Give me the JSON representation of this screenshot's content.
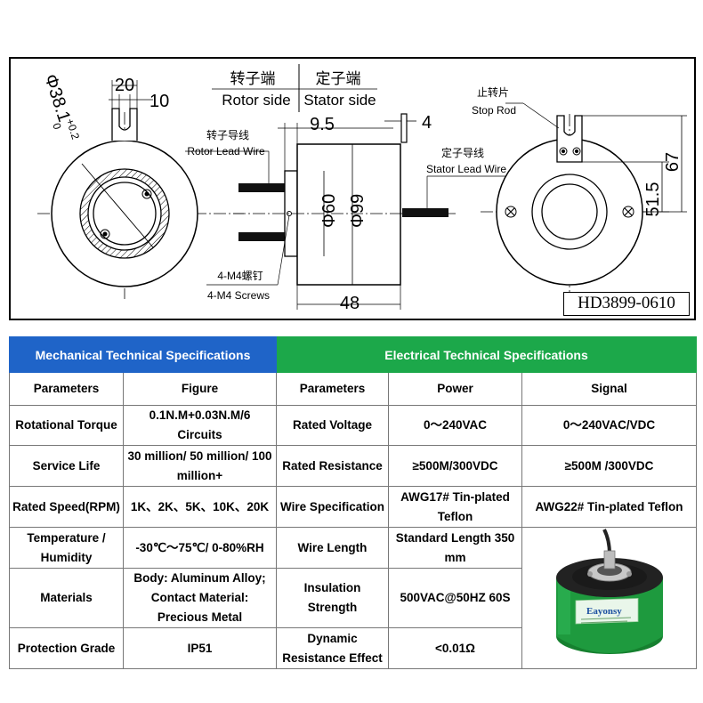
{
  "drawing": {
    "side_labels": {
      "rotor_zh": "转子端",
      "rotor_en": "Rotor side",
      "stator_zh": "定子端",
      "stator_en": "Stator side"
    },
    "left_view": {
      "dia_label": "Φ38.1",
      "tol_plus": "+0.2",
      "tol_zero": "0",
      "dim_width": "20",
      "dim_slot": "10"
    },
    "side_view": {
      "rotor_lead_zh": "转子导线",
      "rotor_lead_en": "Rotor Lead Wire",
      "stator_lead_zh": "定子导线",
      "stator_lead_en": "Stator Lead Wire",
      "screws_zh": "4-M4螺钉",
      "screws_en": "4-M4 Screws",
      "dim_9_5": "9.5",
      "dim_4": "4",
      "dim_60": "Φ60",
      "dim_99": "Φ99",
      "dim_48": "48"
    },
    "right_view": {
      "stop_zh": "止转片",
      "stop_en": "Stop Rod",
      "dim_51_5": "51.5",
      "dim_67": "67"
    },
    "model": "HD3899-0610"
  },
  "specs": {
    "mech_title": "Mechanical Technical Specifications",
    "elec_title": "Electrical Technical Specifications",
    "col_headers": {
      "param": "Parameters",
      "figure": "Figure",
      "param2": "Parameters",
      "power": "Power",
      "signal": "Signal"
    },
    "rows": [
      {
        "mech_param": "Rotational Torque",
        "mech_value": "0.1N.M+0.03N.M/6 Circuits",
        "elec_param": "Rated Voltage",
        "power": "0～240VAC",
        "signal": "0～240VAC/VDC"
      },
      {
        "mech_param": "Service Life",
        "mech_value": "30 million/ 50 million/ 100 million+",
        "elec_param": "Rated Resistance",
        "power": "≥500M/300VDC",
        "signal": "≥500M  /300VDC"
      },
      {
        "mech_param": "Rated Speed(RPM)",
        "mech_value": "1K、2K、5K、10K、20K",
        "elec_param": "Wire Specification",
        "power": "AWG17# Tin-plated Teflon",
        "signal": "AWG22# Tin-plated Teflon"
      },
      {
        "mech_param": "Temperature / Humidity",
        "mech_value": "-30℃～75℃/ 0-80%RH",
        "elec_param": "Wire Length",
        "power": "Standard Length 350 mm"
      },
      {
        "mech_param": "Materials",
        "mech_value": "Body: Aluminum Alloy; Contact Material: Precious Metal",
        "elec_param": "Insulation Strength",
        "power": "500VAC@50HZ 60S"
      },
      {
        "mech_param": "Protection Grade",
        "mech_value": "IP51",
        "elec_param": "Dynamic Resistance Effect",
        "power": "<0.01Ω"
      }
    ],
    "photo_brand": "Eayonsy",
    "colors": {
      "mech_header": "#1f64c8",
      "elec_header": "#1ca84a",
      "product_body": "#1e9a3e"
    }
  }
}
